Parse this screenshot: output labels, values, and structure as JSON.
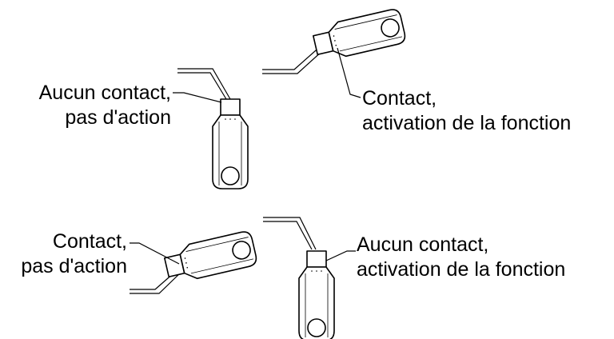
{
  "figure": {
    "callouts": [
      {
        "line1": "Aucun contact,",
        "line2": "pas d'action"
      },
      {
        "line1": "Contact,",
        "line2": "activation de la fonction"
      },
      {
        "line1": "Contact,",
        "line2": "pas d'action"
      },
      {
        "line1": "Aucun contact,",
        "line2": "activation de la fonction"
      }
    ]
  }
}
